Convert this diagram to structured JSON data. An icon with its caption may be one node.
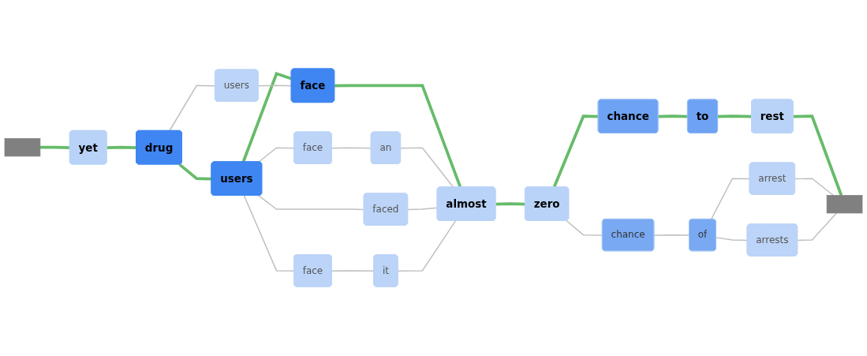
{
  "diagram": {
    "nodes": [
      {
        "text": [],
        "shape": "box"
      },
      {
        "text": [
          "yet"
        ]
      },
      {
        "text": [
          "drug"
        ]
      },
      {
        "text": [
          "users"
        ]
      },
      {
        "text": [
          "face"
        ]
      },
      {
        "text": [
          "almost"
        ]
      },
      {
        "text": [
          "zero"
        ]
      },
      {
        "text": [
          "chance"
        ]
      },
      {
        "text": [
          "to"
        ]
      },
      {
        "text": [
          "rest"
        ]
      },
      {
        "text": [],
        "shape": "box"
      },
      {
        "text": [
          "face"
        ]
      },
      {
        "text": [
          "faced"
        ]
      },
      {
        "text": [
          "an"
        ]
      },
      {
        "text": [
          "users"
        ]
      },
      {
        "text": [
          "face"
        ]
      },
      {
        "text": [
          "it"
        ]
      },
      {
        "text": [
          "chance"
        ]
      },
      {
        "text": [
          "of"
        ]
      },
      {
        "text": [
          "arrest"
        ]
      },
      {
        "text": [
          "arrests"
        ]
      }
    ],
    "edges": [
      {
        "from": 0,
        "to": 1,
        "arrow": "none",
        "style": "thick",
        "color": "#66bb6a"
      },
      {
        "from": 1,
        "to": 2,
        "arrow": "none",
        "style": "thick",
        "color": "#66bb6a"
      },
      {
        "from": 2,
        "to": 3,
        "arrow": "none",
        "style": "thick",
        "color": "#66bb6a"
      },
      {
        "from": 3,
        "to": 4,
        "arrow": "none",
        "style": "thick",
        "color": "#66bb6a"
      },
      {
        "from": 4,
        "to": 5,
        "arrow": "none",
        "style": "thick",
        "color": "#66bb6a"
      },
      {
        "from": 5,
        "to": 6,
        "arrow": "none",
        "style": "thick",
        "color": "#66bb6a"
      },
      {
        "from": 6,
        "to": 7,
        "arrow": "none",
        "style": "thick",
        "color": "#66bb6a"
      },
      {
        "from": 7,
        "to": 8,
        "arrow": "none",
        "style": "thick",
        "color": "#66bb6a"
      },
      {
        "from": 8,
        "to": 9,
        "arrow": "none",
        "style": "thick",
        "color": "#66bb6a"
      },
      {
        "from": 9,
        "to": 10,
        "arrow": "none",
        "style": "thick",
        "color": "#66bb6a"
      },
      {
        "from": 3,
        "to": 11,
        "arrow": "none"
      },
      {
        "from": 11,
        "to": 13,
        "arrow": "none"
      },
      {
        "from": 13,
        "to": 5,
        "arrow": "none"
      },
      {
        "from": 3,
        "to": 12,
        "arrow": "none"
      },
      {
        "from": 12,
        "to": 5,
        "arrow": "none"
      },
      {
        "from": 2,
        "to": 14,
        "arrow": "none"
      },
      {
        "from": 14,
        "to": 4,
        "arrow": "none"
      },
      {
        "from": 3,
        "to": 15,
        "arrow": "none"
      },
      {
        "from": 15,
        "to": 16,
        "arrow": "none"
      },
      {
        "from": 16,
        "to": 5,
        "arrow": "none"
      },
      {
        "from": 6,
        "to": 17,
        "arrow": "none"
      },
      {
        "from": 17,
        "to": 18,
        "arrow": "none"
      },
      {
        "from": 18,
        "to": 19,
        "arrow": "none"
      },
      {
        "from": 19,
        "to": 10,
        "arrow": "none"
      },
      {
        "from": 18,
        "to": 20,
        "arrow": "none"
      },
      {
        "from": 20,
        "to": 10,
        "arrow": "none"
      }
    ]
  }
}
